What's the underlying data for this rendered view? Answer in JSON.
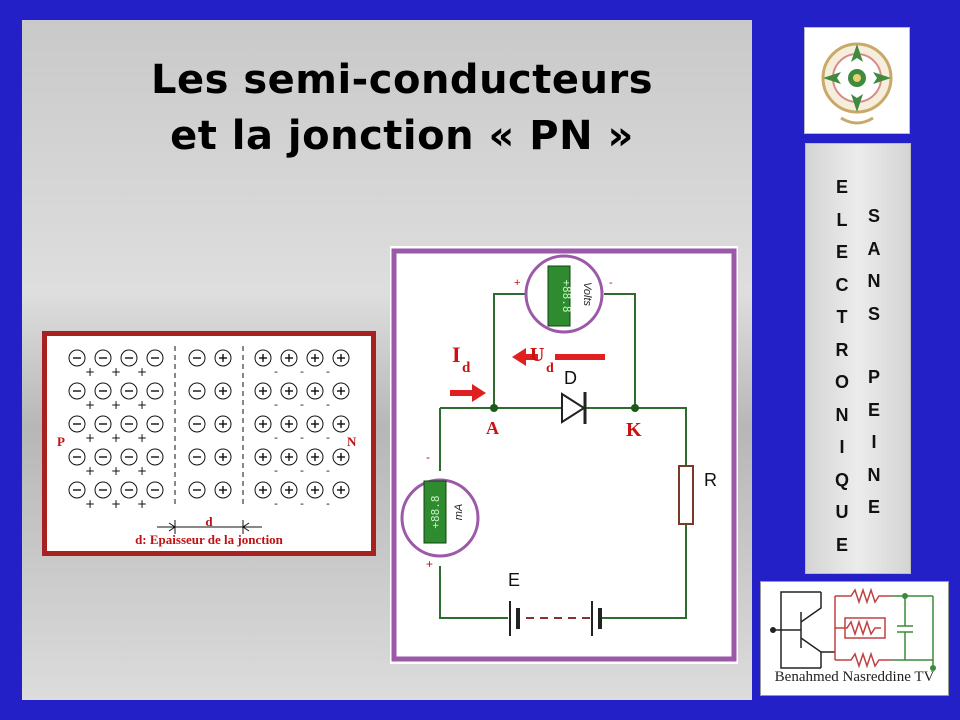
{
  "slide": {
    "title_line1": "Les  semi-conducteurs",
    "title_line2": "et la jonction « PN »"
  },
  "junction_figure": {
    "label_p": "P",
    "label_n": "N",
    "label_d": "d",
    "caption": "d: Epaisseur de la jonction"
  },
  "circuit_figure": {
    "voltmeter_display": "+88.8",
    "voltmeter_unit": "Volts",
    "voltmeter_plus": "+",
    "voltmeter_minus": "-",
    "ammeter_display": "+88.8",
    "ammeter_unit": "mA",
    "ammeter_plus": "+",
    "ammeter_minus": "-",
    "current_label": "I",
    "current_sub": "d",
    "voltage_label": "U",
    "voltage_sub": "d",
    "diode_label": "D",
    "node_a": "A",
    "node_k": "K",
    "resistor_label": "R",
    "source_label": "E"
  },
  "side_title": {
    "word1": [
      "E",
      "L",
      "E",
      "C",
      "T",
      "R",
      "O",
      "N",
      "I",
      "Q",
      "U",
      "E"
    ],
    "word2": [
      "S",
      "A",
      "N",
      "S"
    ],
    "word3": [
      "P",
      "E",
      "I",
      "N",
      "E"
    ]
  },
  "channel": {
    "name": "Benahmed Nasreddine TV"
  },
  "colors": {
    "background": "#2420c8",
    "circuit_frame": "#9b59a8",
    "meter_green": "#2e8b2e",
    "arrow_red": "#e02020",
    "label_red": "#cc1010",
    "junction_frame": "#a82020"
  },
  "icons": {
    "logo": "university-emblem-icon"
  }
}
